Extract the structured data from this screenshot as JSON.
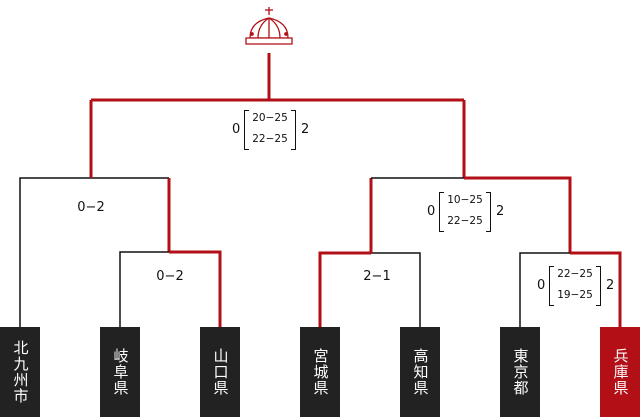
{
  "colors": {
    "line": "#111111",
    "winner": "#b20f16",
    "team_bg": "#222222",
    "champion_bg": "#b20f16"
  },
  "trophy": {
    "icon": "crown-icon"
  },
  "teams": [
    {
      "name": "北九州市"
    },
    {
      "name": "岐阜県"
    },
    {
      "name": "山口県"
    },
    {
      "name": "宮城県"
    },
    {
      "name": "高知県"
    },
    {
      "name": "東京都"
    },
    {
      "name": "兵庫県"
    }
  ],
  "matches": {
    "gifu_yamaguchi": {
      "score": "0−2"
    },
    "kitakyushu_yamaguchi": {
      "score": "0−2"
    },
    "miyagi_kochi": {
      "score": "2−1"
    },
    "tokyo_hyogo": {
      "left": "0",
      "right": "2",
      "sets": [
        "22−25",
        "19−25"
      ]
    },
    "miyagi_hyogo": {
      "left": "0",
      "right": "2",
      "sets": [
        "10−25",
        "22−25"
      ]
    },
    "final": {
      "left": "0",
      "right": "2",
      "sets": [
        "20−25",
        "22−25"
      ]
    }
  }
}
